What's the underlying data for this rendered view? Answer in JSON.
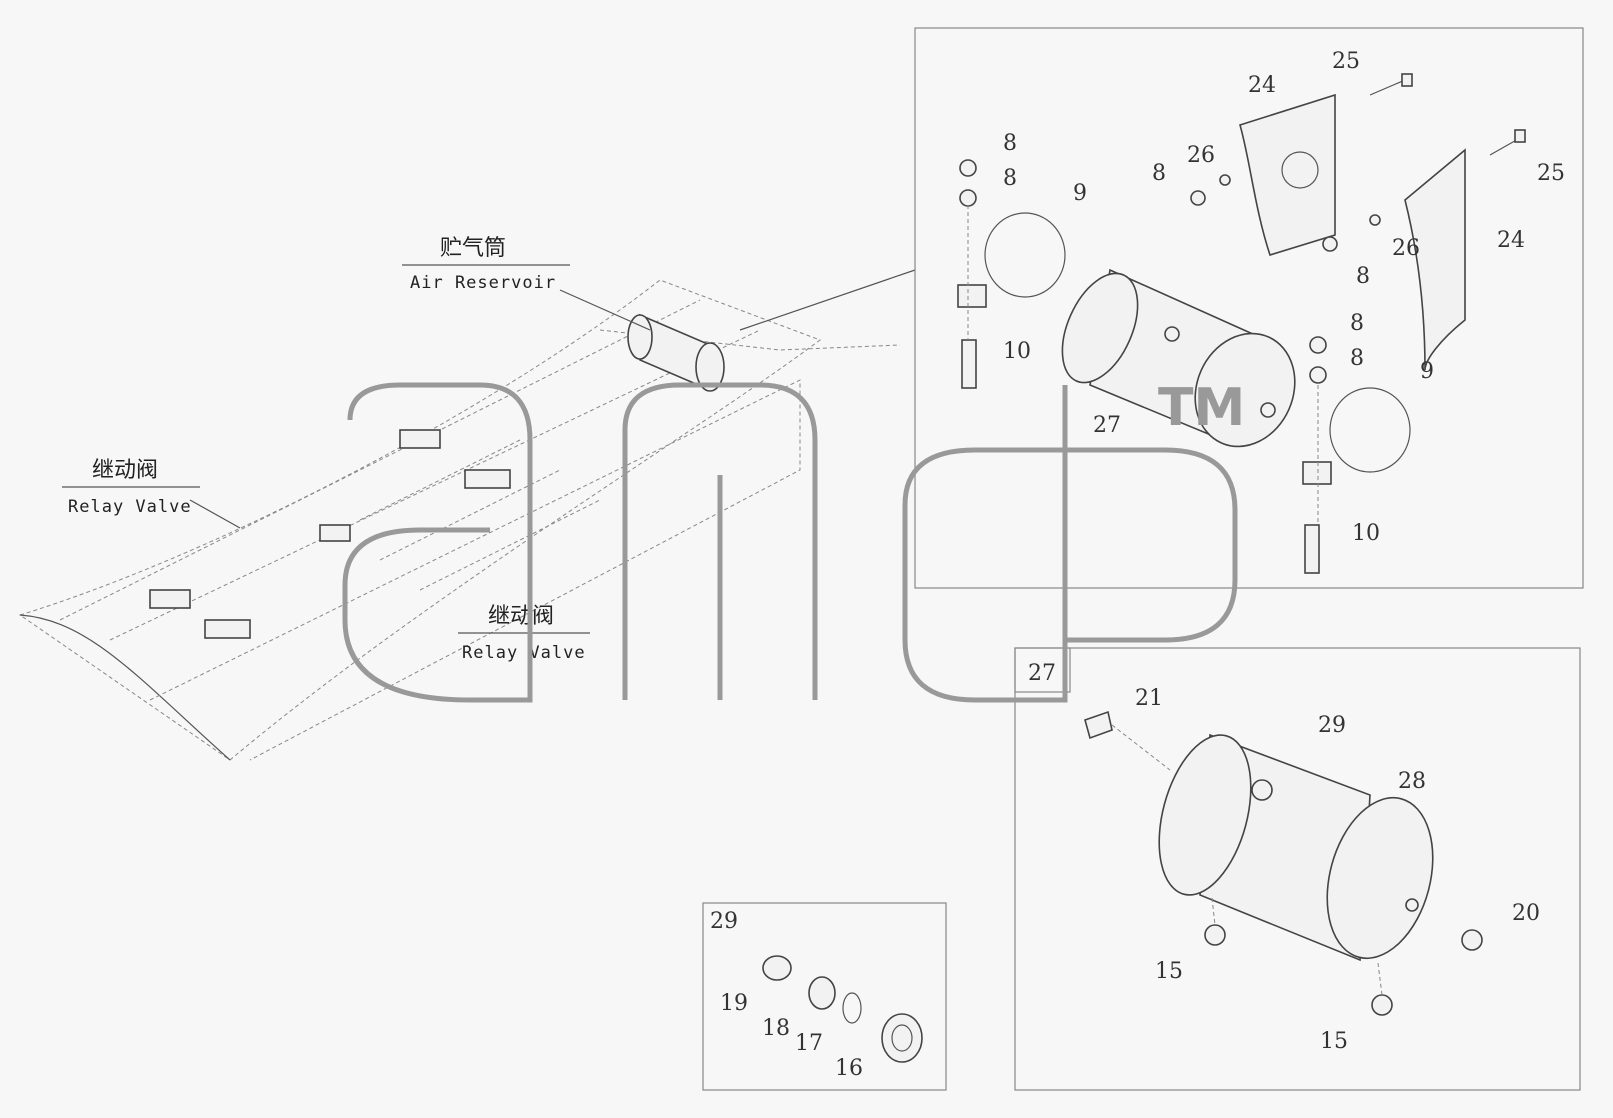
{
  "captions": {
    "air_reservoir_cn": "贮气筒",
    "air_reservoir_en": "Air Reservoir",
    "relay_valve_1_cn": "继动阀",
    "relay_valve_1_en": "Relay Valve",
    "relay_valve_2_cn": "继动阀",
    "relay_valve_2_en": "Relay Valve"
  },
  "detail_boxes": {
    "tank_detail_title": "27",
    "fitting_detail_title": "29"
  },
  "callouts": {
    "nut_8_a": "8",
    "nut_8_b": "8",
    "nut_8_c": "8",
    "nut_8_d": "8",
    "nut_8_e": "8",
    "nut_8_f": "8",
    "strap_9_a": "9",
    "strap_9_b": "9",
    "bolt_10_a": "10",
    "bolt_10_b": "10",
    "bracket_24_a": "24",
    "bracket_24_b": "24",
    "bolt_25_a": "25",
    "bolt_25_b": "25",
    "washer_26_a": "26",
    "washer_26_b": "26",
    "tank_27": "27",
    "elbow_21": "21",
    "fitting_29": "29",
    "tank_28": "28",
    "plug_20": "20",
    "drain_15_a": "15",
    "drain_15_b": "15",
    "part_19": "19",
    "part_18": "18",
    "part_17": "17",
    "part_16": "16"
  },
  "watermark": {
    "logo": "amp",
    "trademark": "TM"
  },
  "colors": {
    "line": "#444444",
    "background": "#f7f7f7",
    "watermark": "#999999"
  }
}
